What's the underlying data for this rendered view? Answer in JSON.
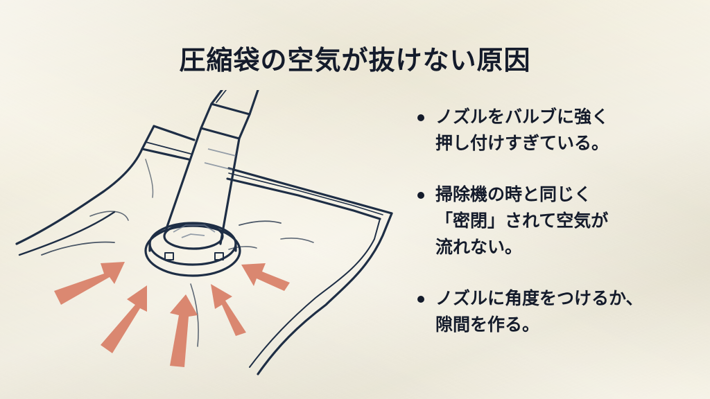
{
  "title": "圧縮袋の空気が抜けない原因",
  "illustration": {
    "subject": "vacuum nozzle pressed onto compression bag valve",
    "arrow_count": 5,
    "colors": {
      "line": "#1E2E45",
      "arrow": "#D9826A",
      "background": "#F2EDDB"
    }
  },
  "bullets": [
    {
      "text": "ノズルをバルブに強く\n押し付けすぎている。"
    },
    {
      "text": "掃除機の時と同じく\n「密閉」されて空気が\n流れない。"
    },
    {
      "text": "ノズルに角度をつけるか、\n隙間を作る。"
    }
  ]
}
